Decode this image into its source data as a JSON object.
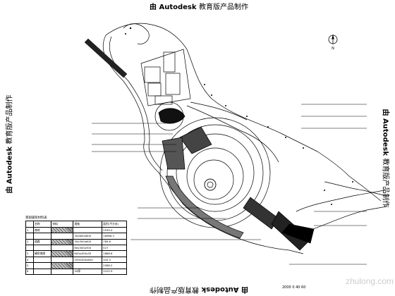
{
  "stamps": {
    "top": {
      "prefix": "由",
      "brand": "Autodesk",
      "suffix": "教育版产品制作"
    },
    "bottom": {
      "prefix": "由",
      "brand": "Autodesk",
      "suffix": "教育版产品制作"
    },
    "left": {
      "prefix": "由",
      "brand": "Autodesk",
      "suffix": "教育版产品制作"
    },
    "right": {
      "prefix": "由",
      "brand": "Autodesk",
      "suffix": "教育版产品制作"
    }
  },
  "legend": {
    "title": "景观铺装材料表",
    "headers": [
      "",
      "名称",
      "材料",
      "规格",
      "面积(平方米)"
    ],
    "rows": [
      {
        "num": "1",
        "name": "铺地",
        "material": "",
        "spec": "",
        "area": "2539.4"
      },
      {
        "num": "",
        "name": "",
        "material": "",
        "spec": "30x600x600",
        "area": "18986.3"
      },
      {
        "num": "2",
        "name": "道路",
        "material": "",
        "spec": "30x300x600",
        "area": "789.6"
      },
      {
        "num": "",
        "name": "",
        "material": "",
        "spec": "60x300x300",
        "area": "527"
      },
      {
        "num": "3",
        "name": "硬质铺地",
        "material": "",
        "spec": "800x450x30",
        "area": "1886.6"
      },
      {
        "num": "4",
        "name": "",
        "material": "",
        "spec": "250x300x600",
        "area": "343.3"
      },
      {
        "num": "5",
        "name": "",
        "material": "",
        "spec": "",
        "area": "2588.2"
      },
      {
        "num": "6",
        "name": "",
        "material": "",
        "spec": "40厚",
        "area": "3415.9"
      }
    ]
  },
  "north": {
    "symbol": "N"
  },
  "scale_text": "2000  0    40    60",
  "watermark": "zhulong.com"
}
